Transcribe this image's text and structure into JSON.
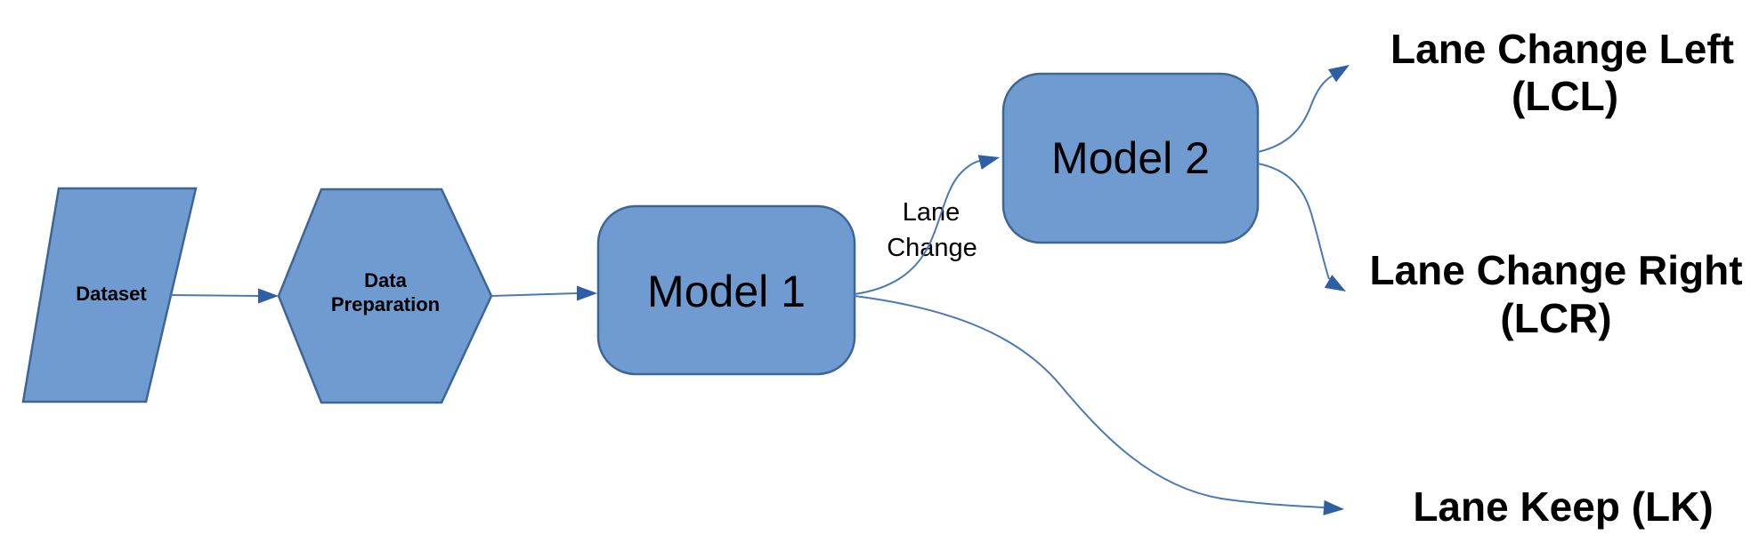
{
  "colors": {
    "node_fill": "#6F9BD1",
    "node_stroke": "#3E6695",
    "connector": "#4B79B7",
    "arrowhead": "#2E5EA4",
    "label_text": "#000000",
    "background": "#ffffff"
  },
  "nodes": {
    "dataset": {
      "shape": "parallelogram",
      "label": "Dataset"
    },
    "data_preparation": {
      "shape": "hexagon",
      "label_line1": "Data",
      "label_line2": "Preparation"
    },
    "model1": {
      "shape": "rounded-rectangle",
      "label": "Model 1"
    },
    "model2": {
      "shape": "rounded-rectangle",
      "label": "Model 2"
    }
  },
  "connectors": {
    "model1_to_model2": {
      "label_line1": "Lane",
      "label_line2": "Change"
    }
  },
  "outputs": {
    "lane_change_left": {
      "line1": "Lane Change Left",
      "line2": "(LCL)"
    },
    "lane_change_right": {
      "line1": "Lane Change Right",
      "line2": "(LCR)"
    },
    "lane_keep": {
      "label": "Lane Keep (LK)"
    }
  }
}
